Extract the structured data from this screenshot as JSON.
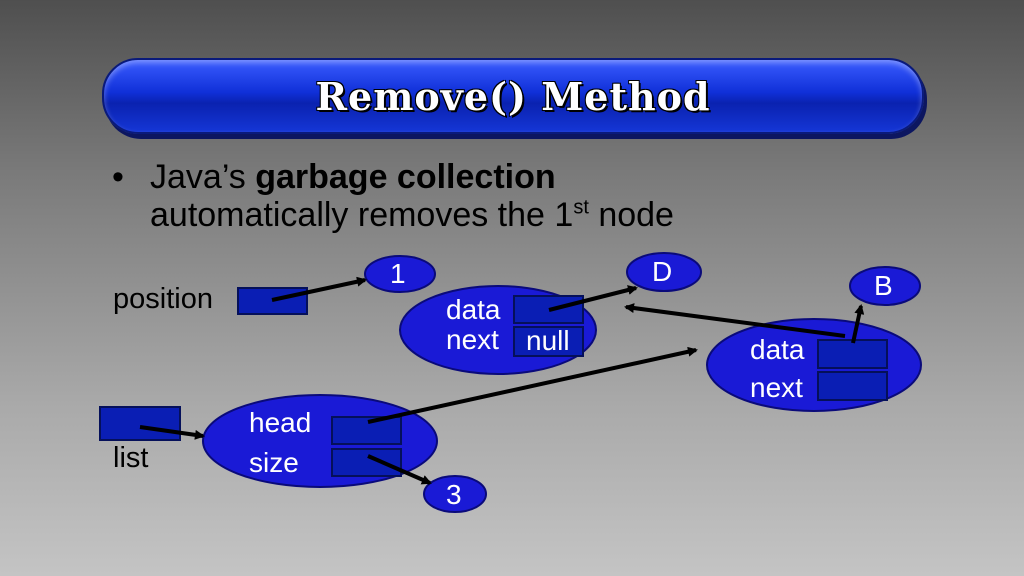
{
  "slide": {
    "title": "Remove() Method",
    "bullet": {
      "symbol": "•",
      "text_a": "Java’s ",
      "text_bold": "garbage collection",
      "text_b": "automatically removes the 1",
      "text_sup": "st",
      "text_c": " node"
    }
  },
  "diagram": {
    "position_label": "position",
    "list_label": "list",
    "head_label": "head",
    "size_label": "size",
    "data_label_1": "data",
    "next_label_1": "next",
    "null_label": "null",
    "data_label_2": "data",
    "next_label_2": "next",
    "val_one": "1",
    "val_D": "D",
    "val_B": "B",
    "val_three": "3"
  },
  "colors": {
    "node_fill": "#1a1ad6",
    "box_fill": "#0a1eb4",
    "title_blue": "#1030d8",
    "arrow": "#000000"
  }
}
